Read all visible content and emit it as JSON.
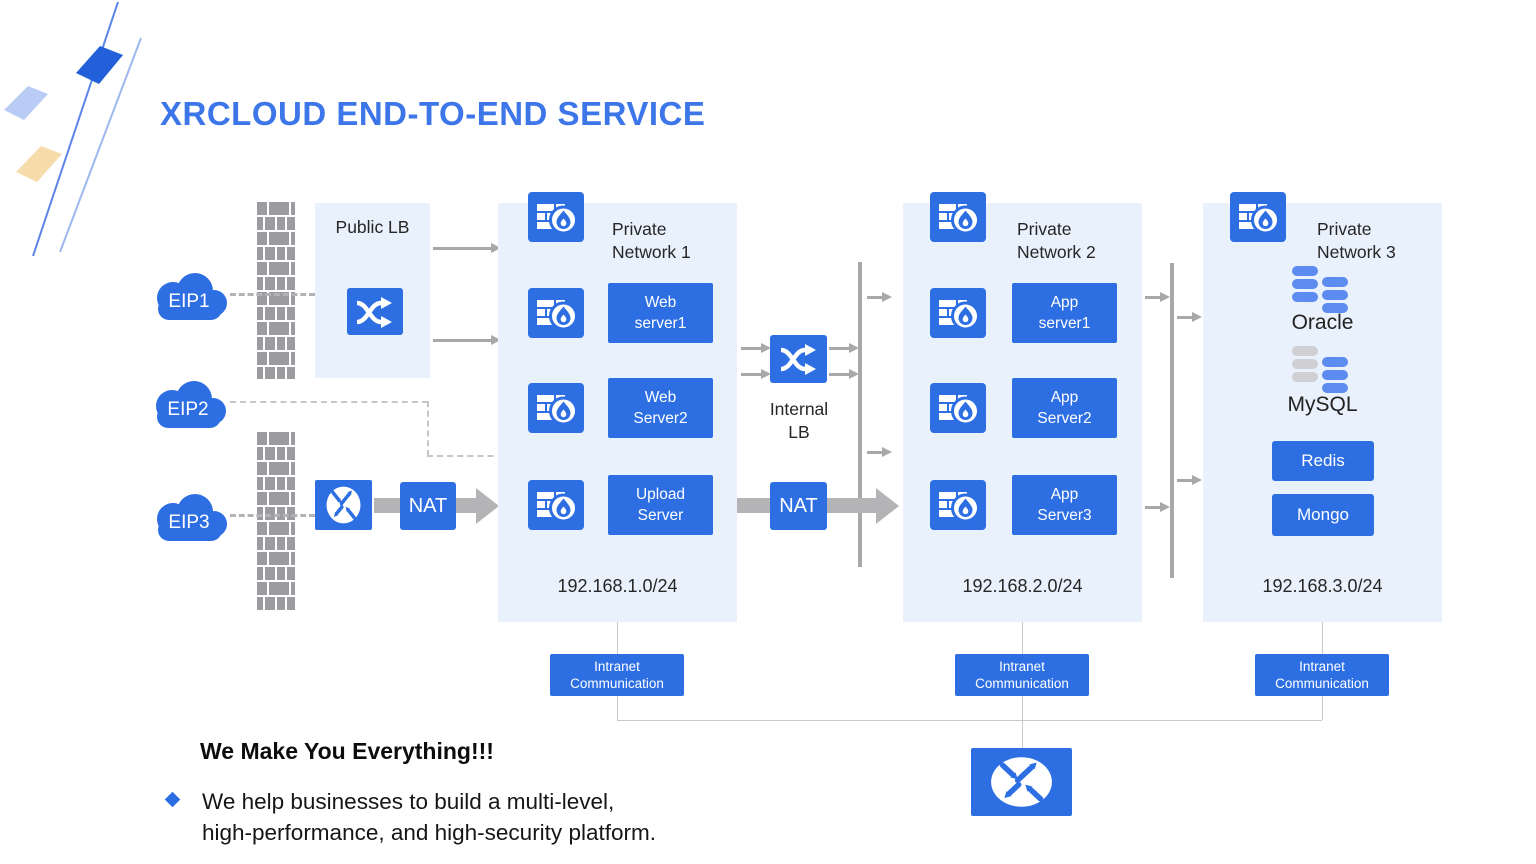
{
  "title": "XRCLOUD END-TO-END SERVICE",
  "colors": {
    "primary_blue": "#2d6fe3",
    "title_blue": "#3d76e8",
    "network_bg": "#e8f1fc",
    "arrow_gray": "#a8a8a8"
  },
  "eips": [
    {
      "label": "EIP1"
    },
    {
      "label": "EIP2"
    },
    {
      "label": "EIP3"
    }
  ],
  "public_lb": {
    "label": "Public LB"
  },
  "internal_lb": {
    "line1": "Internal",
    "line2": "LB"
  },
  "nat_labels": [
    "NAT",
    "NAT"
  ],
  "networks": [
    {
      "line1": "Private",
      "line2": "Network 1",
      "cidr": "192.168.1.0/24",
      "servers": [
        {
          "line1": "Web",
          "line2": "server1"
        },
        {
          "line1": "Web",
          "line2": "Server2"
        },
        {
          "line1": "Upload",
          "line2": "Server"
        }
      ]
    },
    {
      "line1": "Private",
      "line2": "Network 2",
      "cidr": "192.168.2.0/24",
      "servers": [
        {
          "line1": "App",
          "line2": "server1"
        },
        {
          "line1": "App",
          "line2": "Server2"
        },
        {
          "line1": "App",
          "line2": "Server3"
        }
      ]
    },
    {
      "line1": "Private",
      "line2": "Network 3",
      "cidr": "192.168.3.0/24",
      "databases": [
        {
          "label": "Oracle"
        },
        {
          "label": "MySQL"
        }
      ],
      "services": [
        {
          "label": "Redis"
        },
        {
          "label": "Mongo"
        }
      ]
    }
  ],
  "intranet_boxes": [
    {
      "line1": "Intranet",
      "line2": "Communication"
    },
    {
      "line1": "Intranet",
      "line2": "Communication"
    },
    {
      "line1": "Intranet",
      "line2": "Communication"
    }
  ],
  "footer": {
    "heading": "We Make You Everything!!!",
    "body_line1": "We help businesses to build a multi-level,",
    "body_line2": "high-performance, and high-security platform."
  }
}
